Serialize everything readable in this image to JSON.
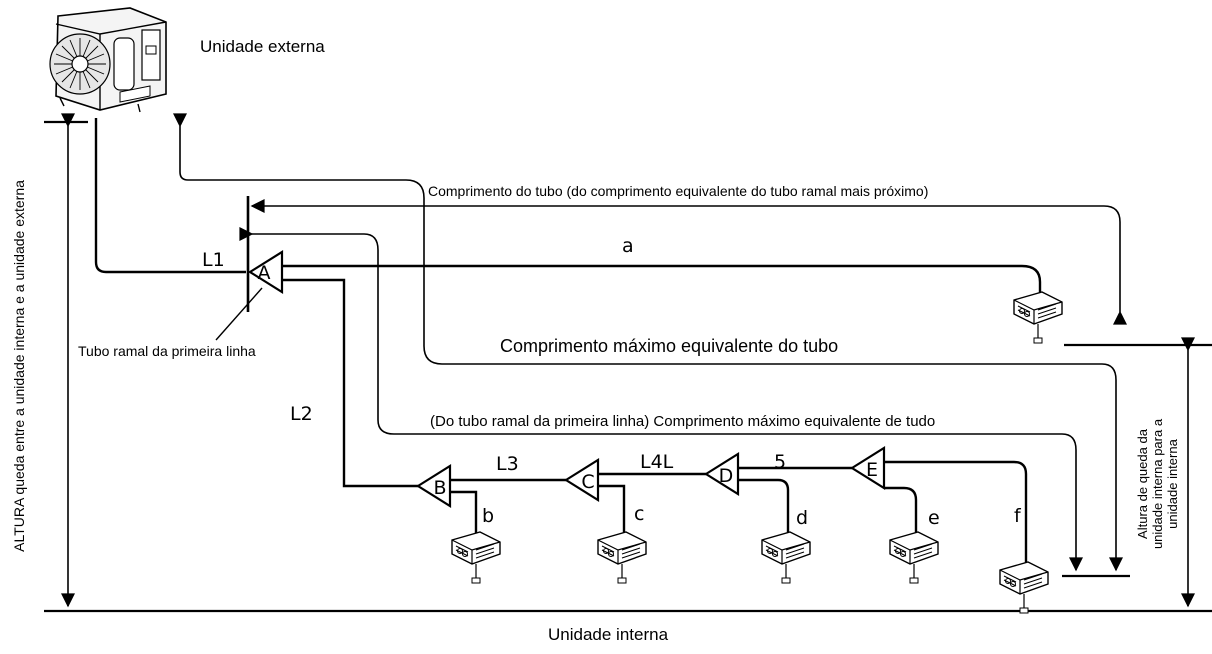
{
  "labels": {
    "outdoor_unit": "Unidade externa",
    "indoor_unit": "Unidade interna",
    "first_branch": "Tubo ramal da primeira linha",
    "pipe_length_nearest": "Comprimento do tubo (do comprimento equivalente do tubo ramal mais próximo)",
    "max_equivalent": "Comprimento máximo equivalente do tubo",
    "from_first_branch": "(Do tubo ramal da primeira linha) Comprimento máximo equivalente de tudo",
    "height_outdoor_indoor": "ALTURA queda entre a unidade interna e a unidade externa",
    "height_indoor_line1": "Altura de queda da",
    "height_indoor_line2": "unidade interna para a",
    "height_indoor_line3": "unidade interna"
  },
  "segments": {
    "L1": "L1",
    "L2": "L2",
    "L3": "L3",
    "L4L": "L4L",
    "s5": "5"
  },
  "branches": {
    "A": "A",
    "B": "B",
    "C": "C",
    "D": "D",
    "E": "E"
  },
  "indoor_pipes": {
    "a": "a",
    "b": "b",
    "c": "c",
    "d": "d",
    "e": "e",
    "f": "f"
  }
}
